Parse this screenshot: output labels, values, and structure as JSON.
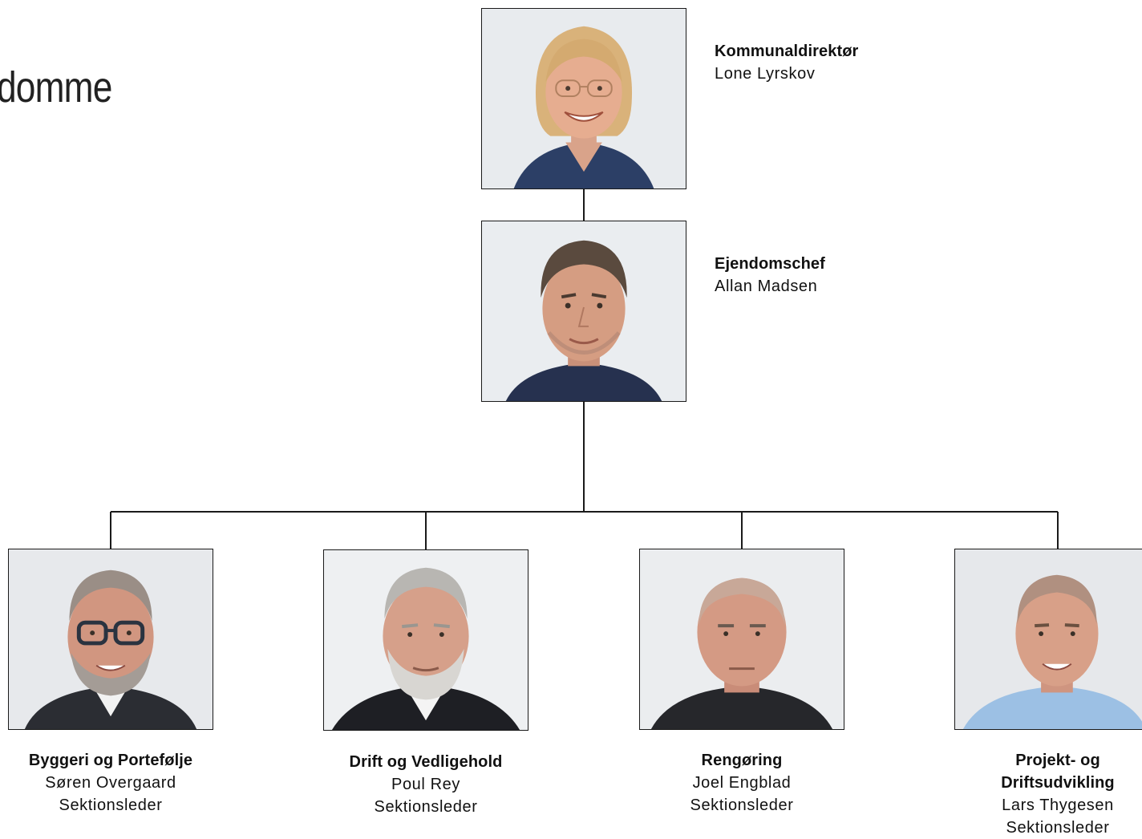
{
  "heading": "domme",
  "top": [
    {
      "role": "Kommunaldirektør",
      "name": "Lone Lyrskov"
    },
    {
      "role": "Ejendomschef",
      "name": "Allan Madsen"
    }
  ],
  "sections": [
    {
      "role": "Byggeri og Portefølje",
      "name": "Søren Overgaard",
      "title": "Sektionsleder"
    },
    {
      "role": "Drift og Vedligehold",
      "name": "Poul Rey",
      "title": "Sektionsleder"
    },
    {
      "role": "Rengøring",
      "name": "Joel Engblad",
      "title": "Sektionsleder"
    },
    {
      "role_line1": "Projekt- og",
      "role_line2": "Driftsudvikling",
      "name": "Lars Thygesen",
      "title": "Sektionsleder"
    }
  ],
  "colors": {
    "line": "#1a1a1a",
    "photo_background": "#e9ecef"
  }
}
